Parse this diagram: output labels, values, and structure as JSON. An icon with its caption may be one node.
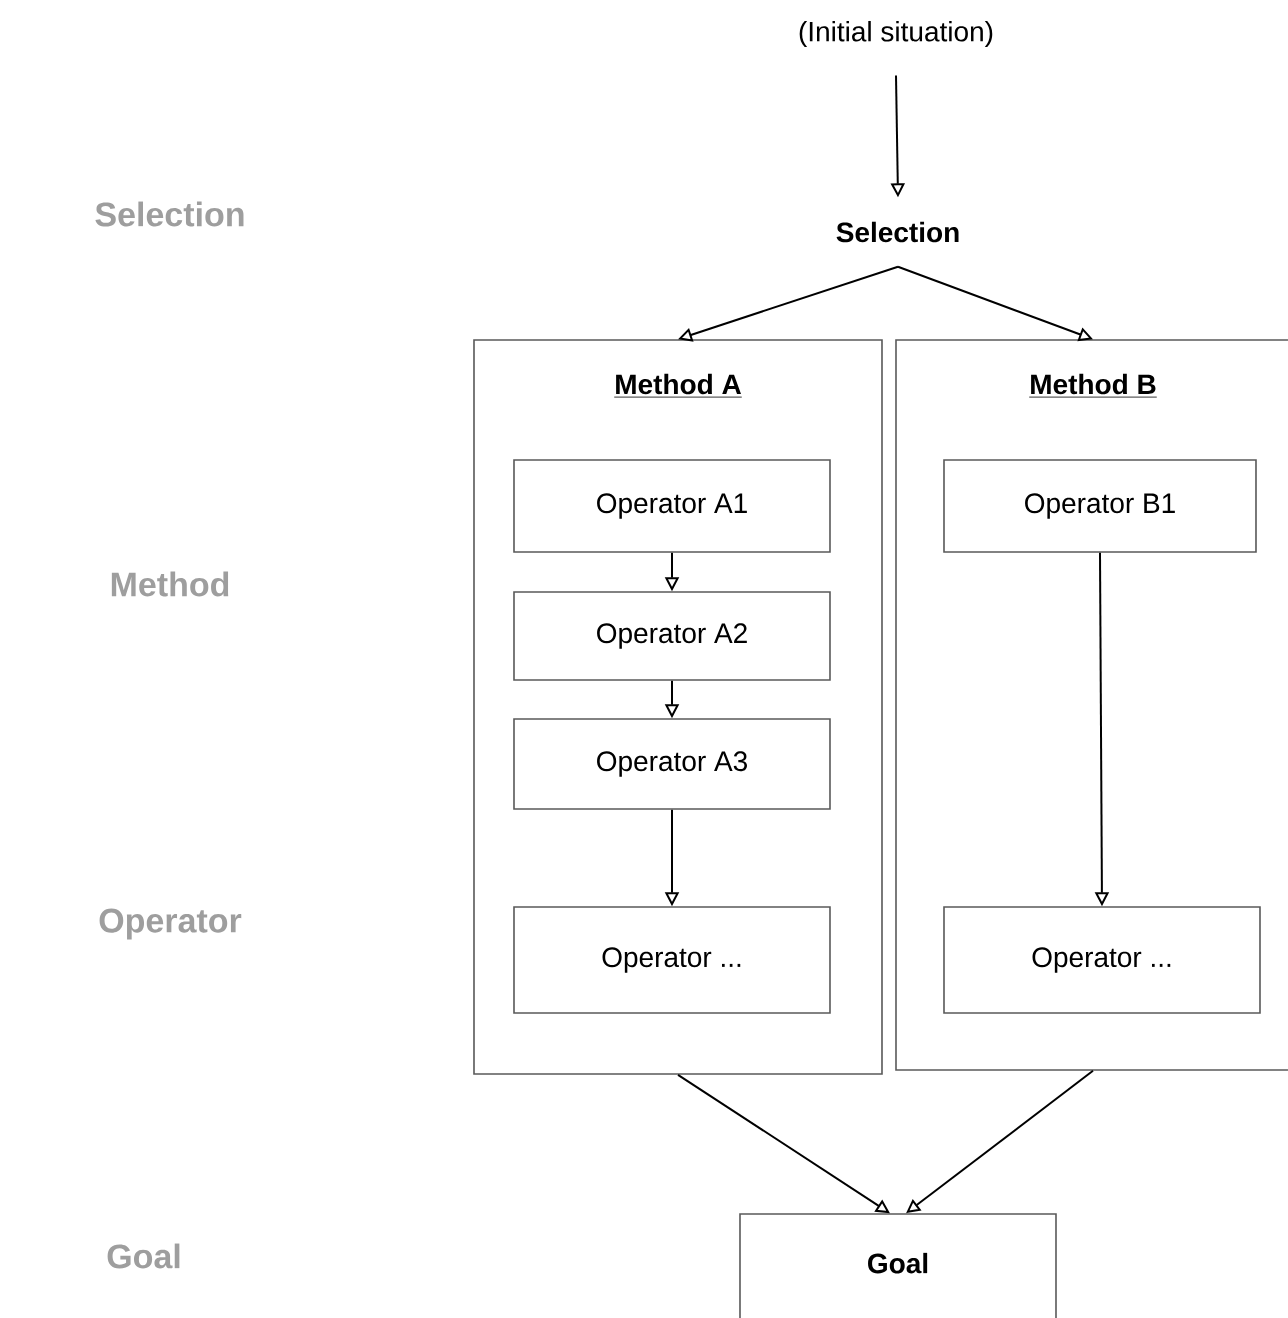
{
  "diagram": {
    "nodes": [
      {
        "text": [
          "(Initial situation)"
        ]
      },
      {
        "text": [
          "Selection"
        ]
      },
      {
        "text": [
          "Method A"
        ]
      },
      {
        "text": [
          "Operator A1"
        ],
        "in": 2
      },
      {
        "text": [
          "Operator A2"
        ],
        "in": 2
      },
      {
        "text": [
          "Operator A3"
        ],
        "in": 2
      },
      {
        "text": [
          "Operator ..."
        ],
        "in": 2
      },
      {
        "text": [
          "Method B"
        ]
      },
      {
        "text": [
          "Operator B1"
        ],
        "in": 7
      },
      {
        "text": [
          "Operator ..."
        ],
        "in": 7
      },
      {
        "text": [
          "Goal"
        ]
      }
    ],
    "edges": [
      {
        "from": 0,
        "to": 1,
        "arrow": "to"
      },
      {
        "from": 1,
        "to": 2,
        "arrow": "to"
      },
      {
        "from": 1,
        "to": 7,
        "arrow": "to"
      },
      {
        "from": 3,
        "to": 4,
        "arrow": "to"
      },
      {
        "from": 4,
        "to": 5,
        "arrow": "to"
      },
      {
        "from": 5,
        "to": 6,
        "arrow": "to"
      },
      {
        "from": 8,
        "to": 9,
        "arrow": "to"
      },
      {
        "from": 2,
        "to": 10,
        "arrow": "to"
      },
      {
        "from": 7,
        "to": 10,
        "arrow": "to"
      }
    ],
    "labels": [
      "Selection",
      "Method",
      "Operator",
      "Goal"
    ]
  }
}
